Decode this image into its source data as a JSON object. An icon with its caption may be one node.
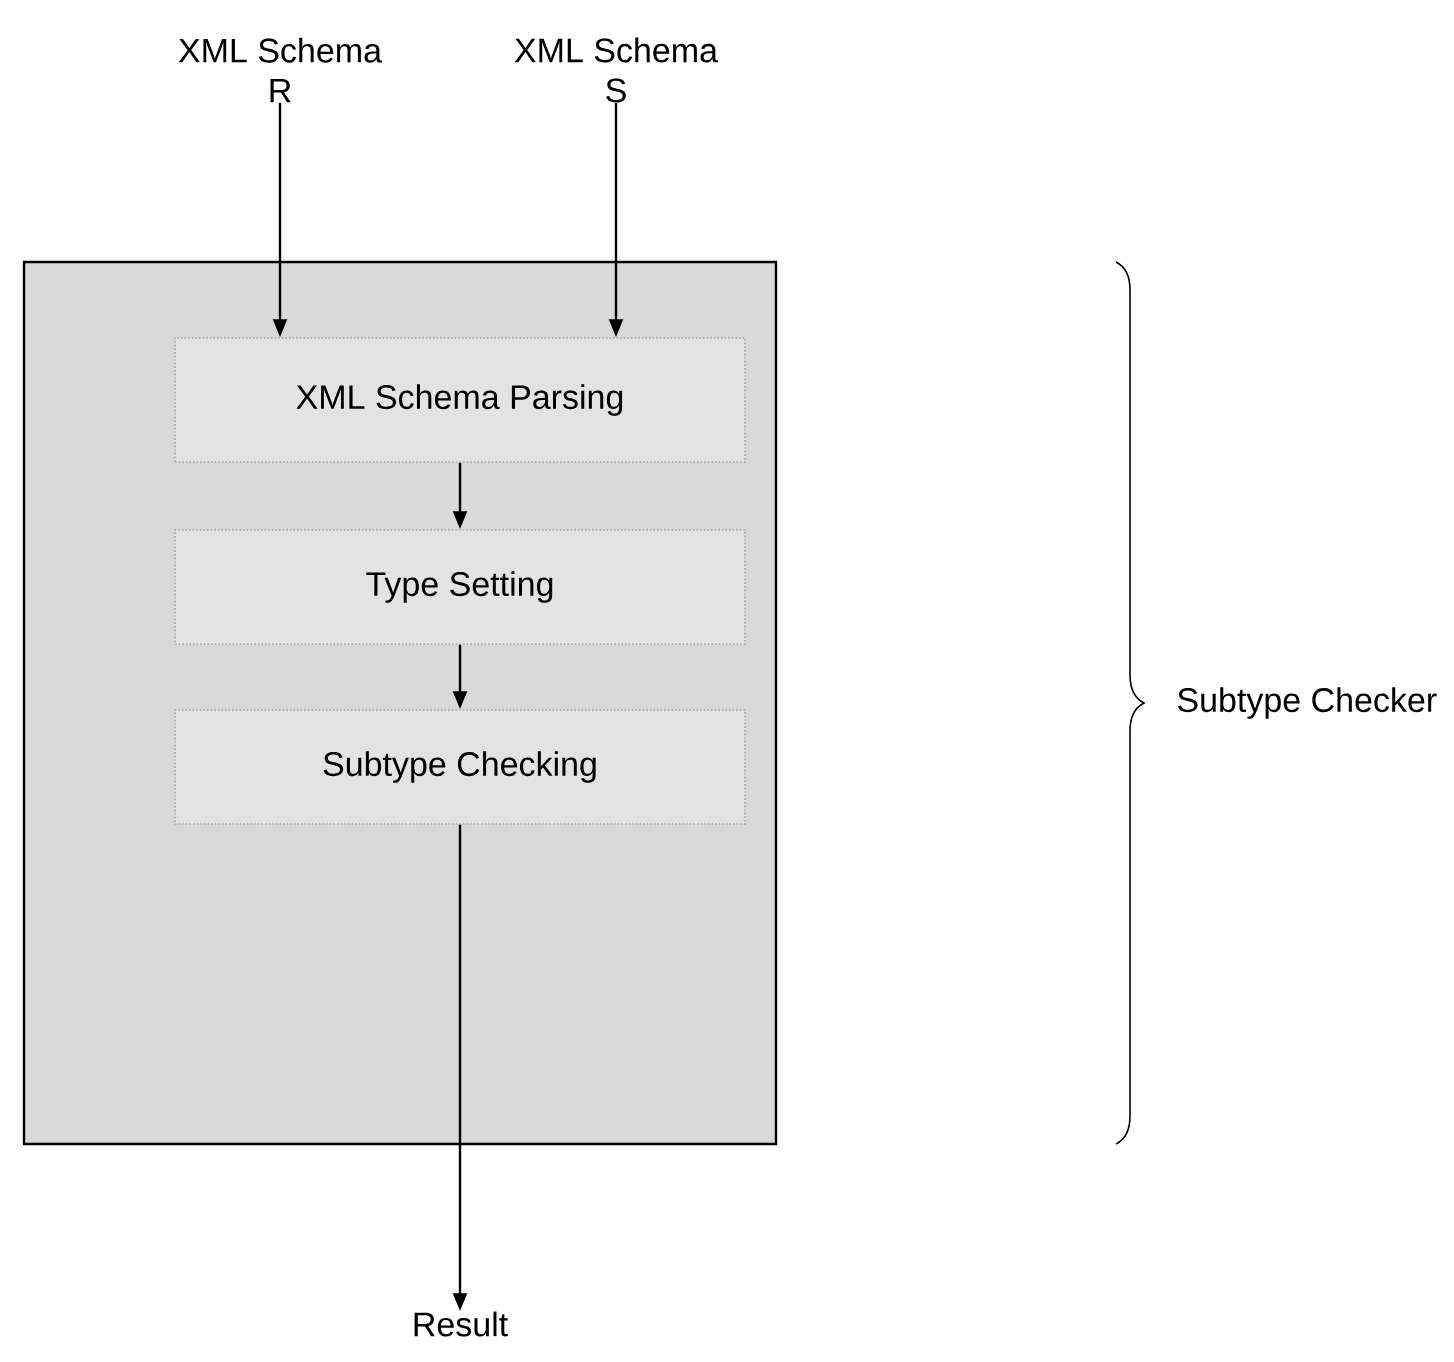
{
  "diagram": {
    "nodes": [
      {
        "text": [
          "XML Schema R"
        ]
      },
      {
        "text": [
          "XML Schema S"
        ]
      },
      {
        "text": [],
        "shape": "box"
      },
      {
        "text": [
          "XML Schema Parsing"
        ],
        "in": 2
      },
      {
        "text": [
          "Type Setting"
        ],
        "in": 2
      },
      {
        "text": [
          "Subtype Checking"
        ],
        "in": 2
      },
      {
        "text": [
          "Result"
        ]
      }
    ],
    "edges": [
      {
        "from": 0,
        "to": 3,
        "arrow": "to"
      },
      {
        "from": 1,
        "to": 3,
        "arrow": "to"
      },
      {
        "from": 3,
        "to": 4,
        "arrow": "to"
      },
      {
        "from": 4,
        "to": 5,
        "arrow": "to"
      },
      {
        "from": 5,
        "to": 6,
        "arrow": "to"
      }
    ],
    "labels": [
      "Subtype Checker"
    ]
  }
}
